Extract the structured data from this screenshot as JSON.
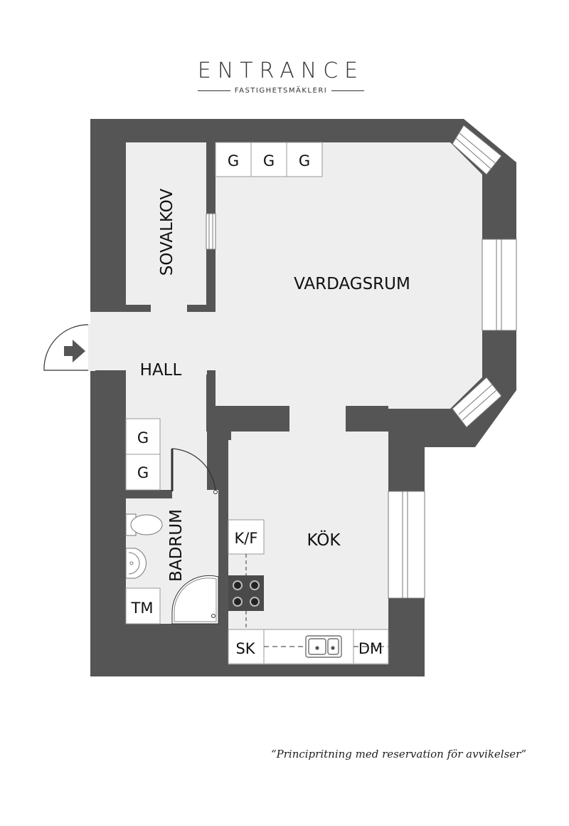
{
  "brand": {
    "name": "ENTRANCE",
    "tagline": "FASTIGHETSMÄKLERI"
  },
  "rooms": {
    "sovalkov": "SOVALKOV",
    "vardagsrum": "VARDAGSRUM",
    "hall": "HALL",
    "badrum": "BADRUM",
    "kok": "KÖK"
  },
  "fixtures": {
    "wardrobe": "G",
    "fridge_freezer": "K/F",
    "washing_machine": "TM",
    "cabinet": "SK",
    "dishwasher": "DM"
  },
  "disclaimer": "“Principritning med reservation för avvikelser”",
  "colors": {
    "wall": "#555555",
    "floor": "#eeeeee",
    "fixture": "#ffffff",
    "stove": "#4a4a4a"
  }
}
